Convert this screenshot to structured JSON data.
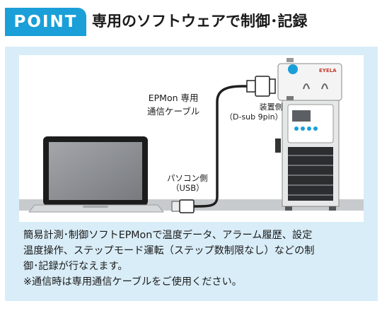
{
  "header": {
    "badge": "POINT",
    "title": "専用のソフトウェアで制御･記録"
  },
  "diagram": {
    "cable_label_line1": "EPMon 専用",
    "cable_label_line2": "通信ケーブル",
    "device_side_line1": "装置側",
    "device_side_line2": "（D-sub 9pin）",
    "pc_side_line1": "パソコン側",
    "pc_side_line2": "（USB）",
    "device_brand": "EYELA"
  },
  "description": {
    "lines": [
      "簡易計測･制御ソフトEPMonで温度データ、アラーム履歴、設定",
      "温度操作、ステップモード運転（ステップ数制限なし）などの制",
      "御･記録が行なえます。",
      "※通信時は専用通信ケーブルをご使用ください。"
    ]
  },
  "colors": {
    "accent": "#1a9fd8",
    "panel_bg": "#d9edf8",
    "floor": "#c8cbcd"
  }
}
